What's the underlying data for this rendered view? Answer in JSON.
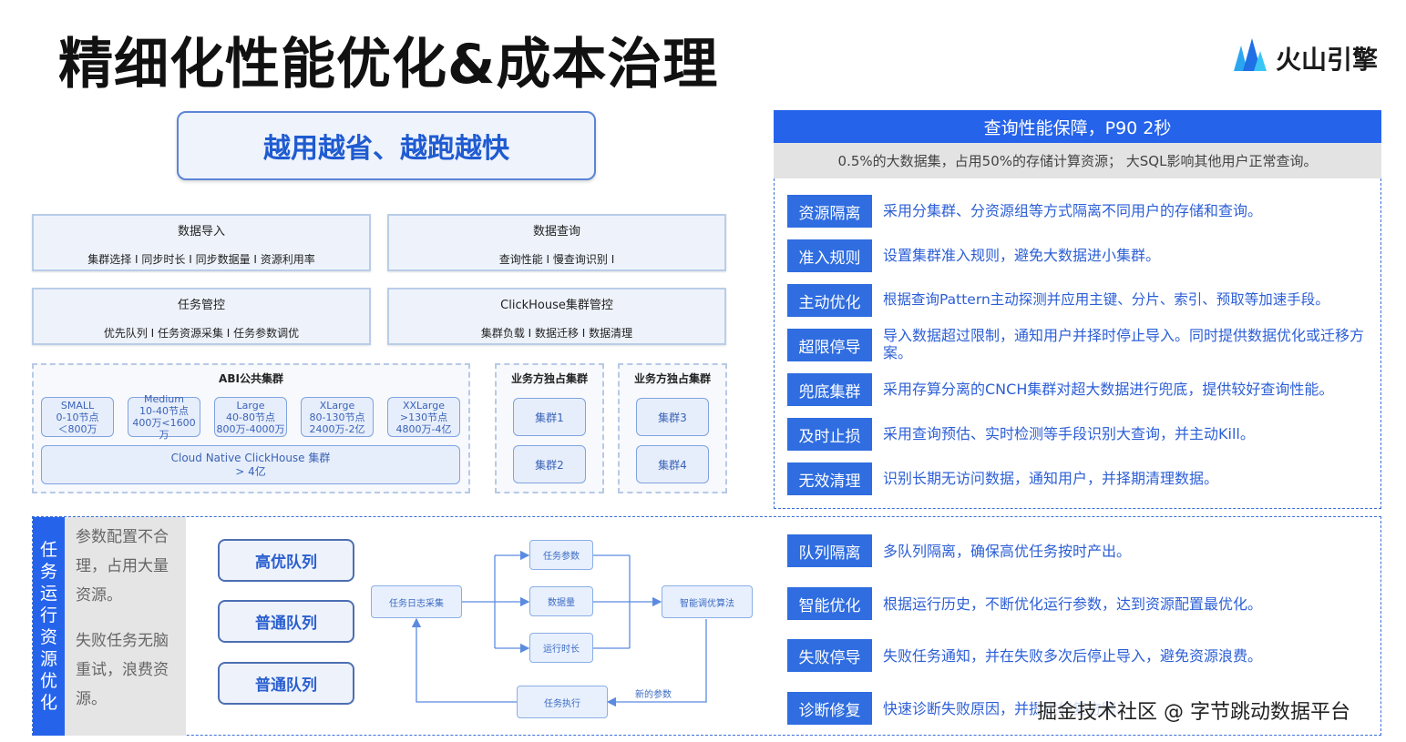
{
  "header": {
    "title": "精细化性能优化&成本治理",
    "logo_text": "火山引擎"
  },
  "slogan": "越用越省、越跑越快",
  "modules": [
    {
      "title": "数据导入",
      "items": "集群选择 I 同步时长 I 同步数据量 I 资源利用率"
    },
    {
      "title": "数据查询",
      "items": "查询性能 I 慢查询识别 I"
    },
    {
      "title": "任务管控",
      "items": "优先队列 I 任务资源采集 I 任务参数调优"
    },
    {
      "title": "ClickHouse集群管控",
      "items": "集群负载 I 数据迁移 I 数据清理"
    }
  ],
  "abi": {
    "label": "ABI公共集群",
    "sizes": [
      {
        "l1": "SMALL",
        "l2": "0-10节点",
        "l3": "＜800万"
      },
      {
        "l1": "Medium",
        "l2": "10-40节点",
        "l3": "400万<1600万"
      },
      {
        "l1": "Large",
        "l2": "40-80节点",
        "l3": "800万-4000万"
      },
      {
        "l1": "XLarge",
        "l2": "80-130节点",
        "l3": "2400万-2亿"
      },
      {
        "l1": "XXLarge",
        "l2": ">130节点",
        "l3": "4800万-4亿"
      }
    ],
    "cnch_l1": "Cloud Native ClickHouse 集群",
    "cnch_l2": "> 4亿"
  },
  "exclusive": [
    {
      "label": "业务方独占集群",
      "c1": "集群1",
      "c2": "集群2"
    },
    {
      "label": "业务方独占集群",
      "c1": "集群3",
      "c2": "集群4"
    }
  ],
  "query_panel": {
    "head": "查询性能保障，P90 2秒",
    "sub": "0.5%的大数据集，占用50%的存储计算资源； 大SQL影响其他用户正常查询。",
    "rows": [
      {
        "tag": "资源隔离",
        "desc": "采用分集群、分资源组等方式隔离不同用户的存储和查询。"
      },
      {
        "tag": "准入规则",
        "desc": "设置集群准入规则，避免大数据进小集群。"
      },
      {
        "tag": "主动优化",
        "desc": "根据查询Pattern主动探测并应用主键、分片、索引、预取等加速手段。"
      },
      {
        "tag": "超限停导",
        "desc": "导入数据超过限制，通知用户并择时停止导入。同时提供数据优化或迁移方案。"
      },
      {
        "tag": "兜底集群",
        "desc": "采用存算分离的CNCH集群对超大数据进行兜底，提供较好查询性能。"
      },
      {
        "tag": "及时止损",
        "desc": "采用查询预估、实时检测等手段识别大查询，并主动Kill。"
      },
      {
        "tag": "无效清理",
        "desc": "识别长期无访问数据，通知用户，并择期清理数据。"
      }
    ]
  },
  "task_section": {
    "side_label": "任务运行资源优化",
    "problem1": "参数配置不合理，占用大量资源。",
    "problem2": "失败任务无脑重试，浪费资源。",
    "queues": [
      "高优队列",
      "普通队列",
      "普通队列"
    ],
    "flow": {
      "log": "任务日志采集",
      "param": "任务参数",
      "volume": "数据量",
      "runtime": "运行时长",
      "algo": "智能调优算法",
      "exec": "任务执行",
      "new_param": "新的参数"
    },
    "rows": [
      {
        "tag": "队列隔离",
        "desc": "多队列隔离，确保高优任务按时产出。"
      },
      {
        "tag": "智能优化",
        "desc": "根据运行历史，不断优化运行参数，达到资源配置最优化。"
      },
      {
        "tag": "失败停导",
        "desc": "失败任务通知，并在失败多次后停止导入，避免资源浪费。"
      },
      {
        "tag": "诊断修复",
        "desc": "快速诊断失败原因，并提供修复方案。"
      }
    ]
  },
  "watermark": "掘金技术社区 @ 字节跳动数据平台",
  "colors": {
    "accent": "#2563eb",
    "tag": "#2f6de0",
    "desc": "#2c5fd6"
  }
}
